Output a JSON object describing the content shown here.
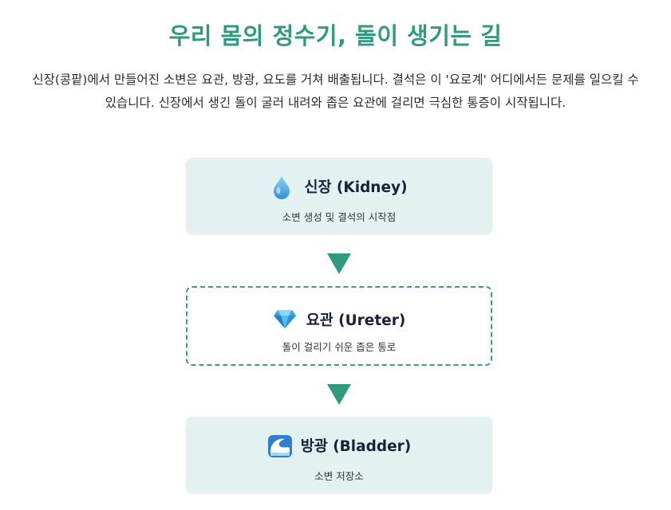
{
  "title": "우리 몸의 정수기, 돌이 생기는 길",
  "intro": "신장(콩팥)에서 만들어진 소변은 요관, 방광, 요도를 거쳐 배출됩니다. 결석은 이 '요로계' 어디에서든 문제를 일으킬 수 있습니다. 신장에서 생긴 돌이 굴러 내려와 좁은 요관에 걸리면 극심한 통증이 시작됩니다.",
  "accent_color": "#2f9a7f",
  "nodes": [
    {
      "title": "신장 (Kidney)",
      "desc": "소변 생성 및 결석의 시작점",
      "icon": "droplet-icon"
    },
    {
      "title": "요관 (Ureter)",
      "desc": "돌이 걸리기 쉬운 좁은 통로",
      "icon": "gem-icon",
      "highlighted": true
    },
    {
      "title": "방광 (Bladder)",
      "desc": "소변 저장소",
      "icon": "water-wave-icon"
    }
  ]
}
